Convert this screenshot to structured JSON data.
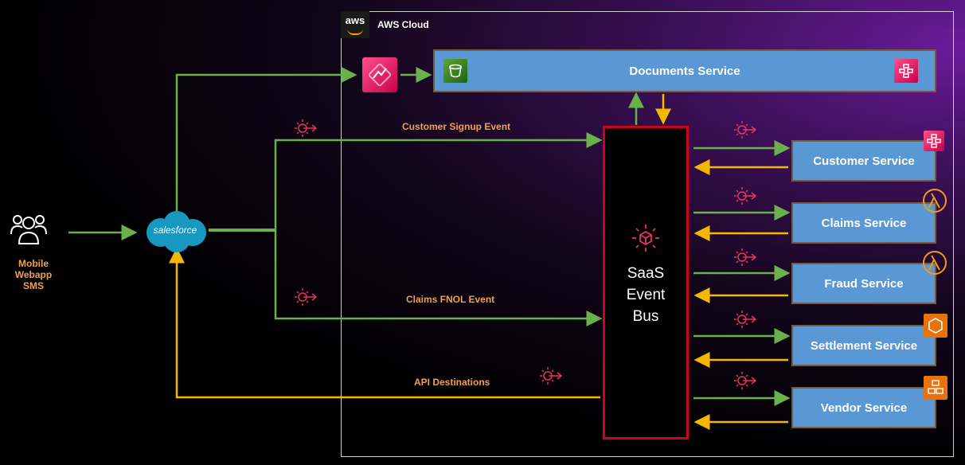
{
  "cloud": {
    "title": "AWS Cloud",
    "logo_text": "aws"
  },
  "source": {
    "caption_line1": "Mobile",
    "caption_line2": "Webapp",
    "caption_line3": "SMS",
    "icon": "users-icon"
  },
  "saas": {
    "label": "salesforce",
    "icon": "salesforce-cloud-icon"
  },
  "bus": {
    "line1": "SaaS",
    "line2": "Event",
    "line3": "Bus",
    "icon": "event-bus-icon"
  },
  "documents_service": {
    "label": "Documents Service"
  },
  "events": {
    "signup": "Customer Signup Event",
    "fnol": "Claims FNOL Event",
    "api_destinations": "API Destinations"
  },
  "services": [
    {
      "label": "Customer Service",
      "icon": "step-functions-icon"
    },
    {
      "label": "Claims Service",
      "icon": "lambda-icon"
    },
    {
      "label": "Fraud Service",
      "icon": "lambda-icon"
    },
    {
      "label": "Settlement Service",
      "icon": "ecs-container-icon"
    },
    {
      "label": "Vendor Service",
      "icon": "fargate-icon"
    }
  ],
  "colors": {
    "request_arrow": "#6ab04c",
    "response_arrow": "#f5b800",
    "bus_border": "#d0021b",
    "service_fill": "#5a97d5",
    "label_orange": "#f0a050",
    "event_icon": "#e8365d"
  }
}
